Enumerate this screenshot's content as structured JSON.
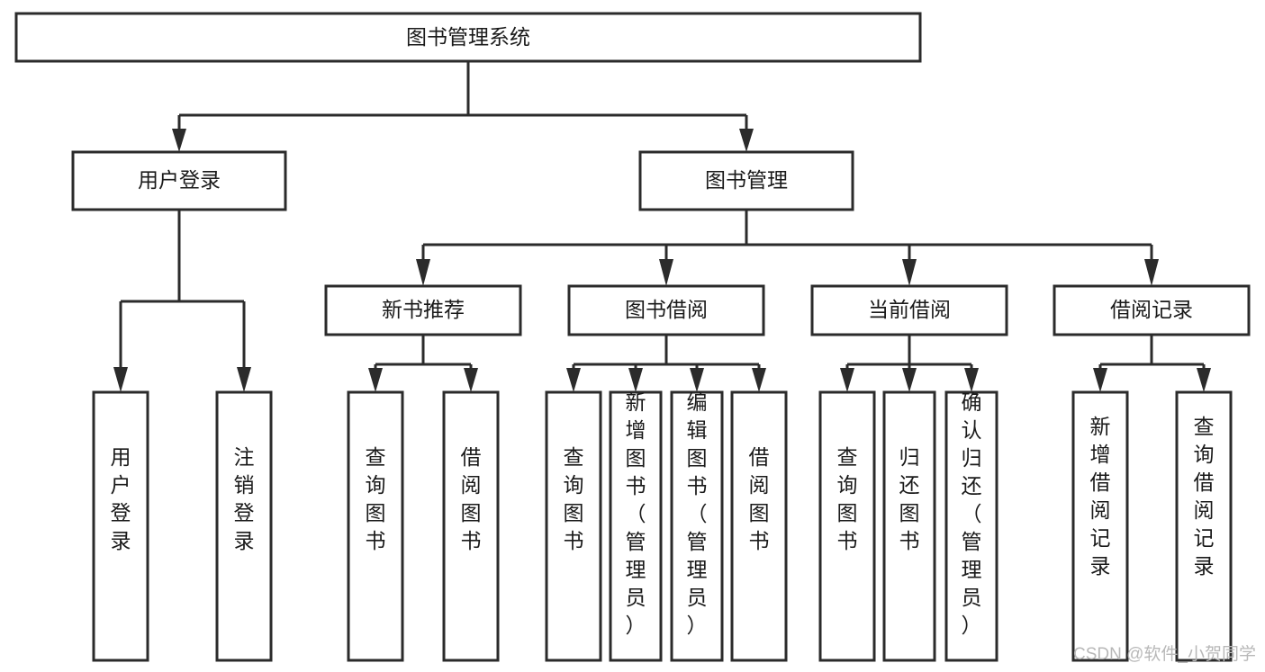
{
  "diagram": {
    "title": "图书管理系统",
    "type": "tree-hierarchy-diagram",
    "colors": {
      "stroke": "#2b2b2b",
      "box_fill": "#ffffff",
      "text": "#1a1a1a",
      "background": "#ffffff",
      "watermark": "#b8b8b8"
    },
    "root": {
      "label": "图书管理系统"
    },
    "level2": [
      {
        "label": "用户登录"
      },
      {
        "label": "图书管理"
      }
    ],
    "level3": [
      {
        "label": "新书推荐"
      },
      {
        "label": "图书借阅"
      },
      {
        "label": "当前借阅"
      },
      {
        "label": "借阅记录"
      }
    ],
    "leaves_user_login": [
      {
        "label": "用户登录"
      },
      {
        "label": "注销登录"
      }
    ],
    "leaves_new_book": [
      {
        "label": "查询图书"
      },
      {
        "label": "借阅图书"
      }
    ],
    "leaves_borrow": [
      {
        "label": "查询图书"
      },
      {
        "label": "新增图书（管理员）"
      },
      {
        "label": "编辑图书（管理员）"
      },
      {
        "label": "借阅图书"
      }
    ],
    "leaves_current": [
      {
        "label": "查询图书"
      },
      {
        "label": "归还图书"
      },
      {
        "label": "确认归还（管理员）"
      }
    ],
    "leaves_records": [
      {
        "label": "新增借阅记录"
      },
      {
        "label": "查询借阅记录"
      }
    ]
  },
  "watermark": {
    "text": "CSDN @软件_小贺同学"
  }
}
